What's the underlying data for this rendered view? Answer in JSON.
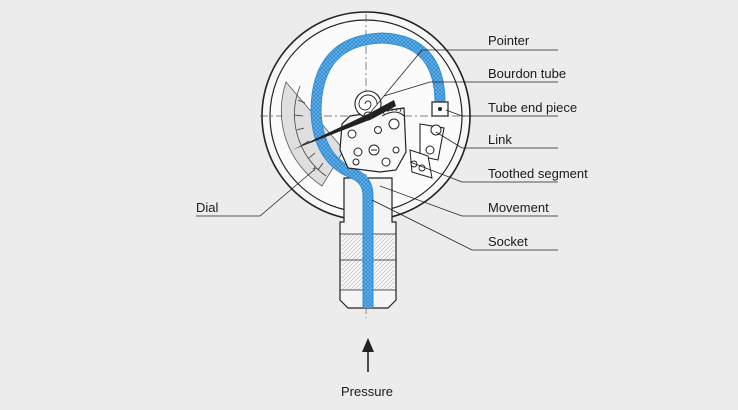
{
  "labels": {
    "pointer": "Pointer",
    "bourdon_tube": "Bourdon tube",
    "tube_end_piece": "Tube end piece",
    "link": "Link",
    "toothed_segment": "Toothed segment",
    "movement": "Movement",
    "socket": "Socket",
    "dial": "Dial",
    "pressure": "Pressure"
  },
  "colors": {
    "background": "#ececec",
    "tube": "#2f8fd6",
    "line": "#222222"
  }
}
